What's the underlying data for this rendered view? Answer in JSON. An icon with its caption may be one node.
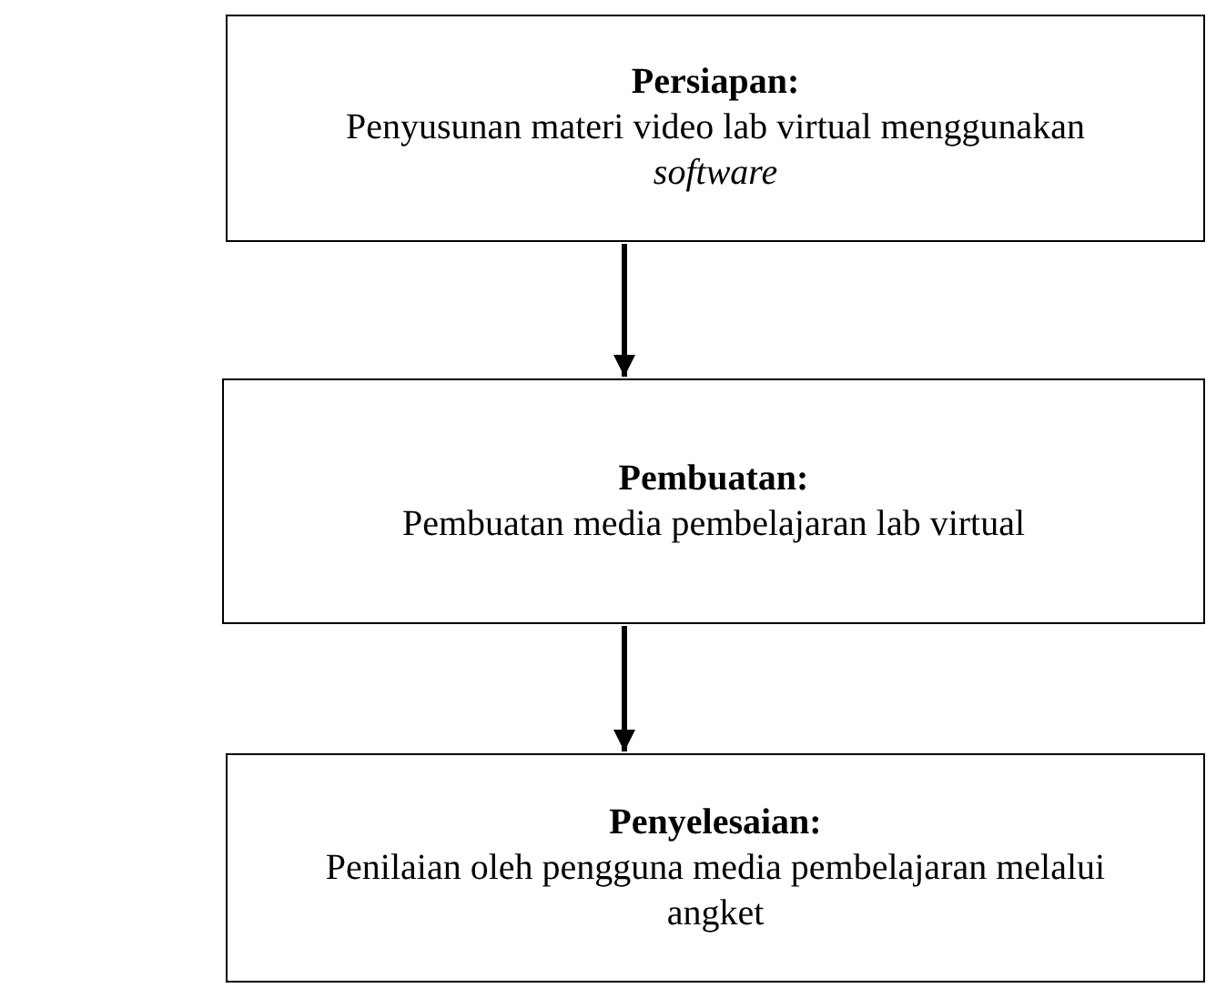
{
  "diagram": {
    "nodes": [
      {
        "text": [
          "Persiapan:",
          "Penyusunan materi video lab virtual menggunakan *software*"
        ]
      },
      {
        "text": [
          "Pembuatan:",
          "Pembuatan media pembelajaran lab virtual"
        ]
      },
      {
        "text": [
          "Penyelesaian:",
          "Penilaian oleh pengguna media pembelajaran melalui angket"
        ]
      }
    ],
    "edges": [
      {
        "from": 0,
        "to": 1,
        "arrow": "to"
      },
      {
        "from": 1,
        "to": 2,
        "arrow": "to"
      }
    ]
  }
}
